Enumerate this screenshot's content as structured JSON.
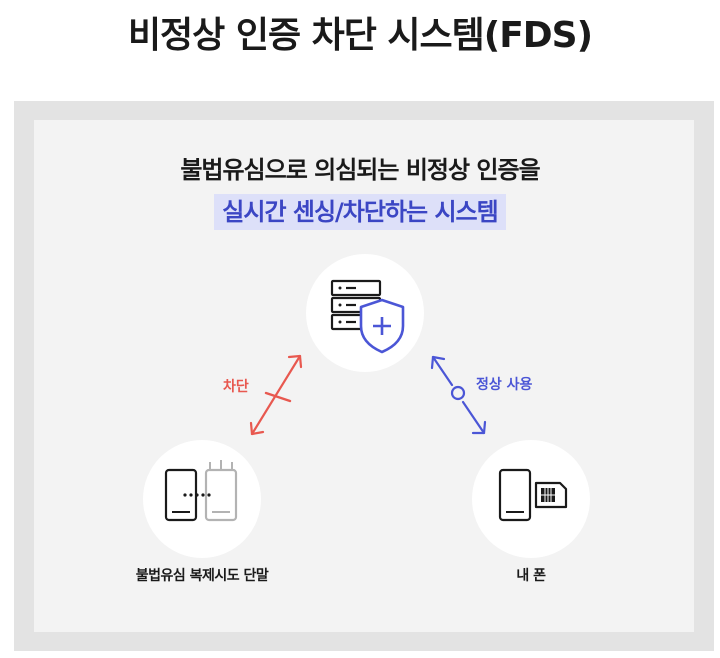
{
  "title": "비정상 인증 차단 시스템(FDS)",
  "headline": "불법유심으로 의심되는 비정상 인증을",
  "subheadline": "실시간 센싱/차단하는 시스템",
  "nodes": {
    "server": {
      "icon": "server-shield-icon"
    },
    "cloned_device": {
      "label": "불법유심 복제시도 단말",
      "icon": "cloned-phones-icon"
    },
    "my_phone": {
      "label": "내 폰",
      "icon": "phone-sim-icon"
    }
  },
  "edges": {
    "blocked": {
      "label": "차단",
      "color": "#e8584f"
    },
    "normal": {
      "label": "정상 사용",
      "color": "#4b56d6"
    }
  },
  "colors": {
    "highlight_bg": "#dde0f9",
    "highlight_text": "#3b46c4",
    "shield": "#4b56d6",
    "frame": "#e3e3e3",
    "panel": "#f3f3f3"
  }
}
